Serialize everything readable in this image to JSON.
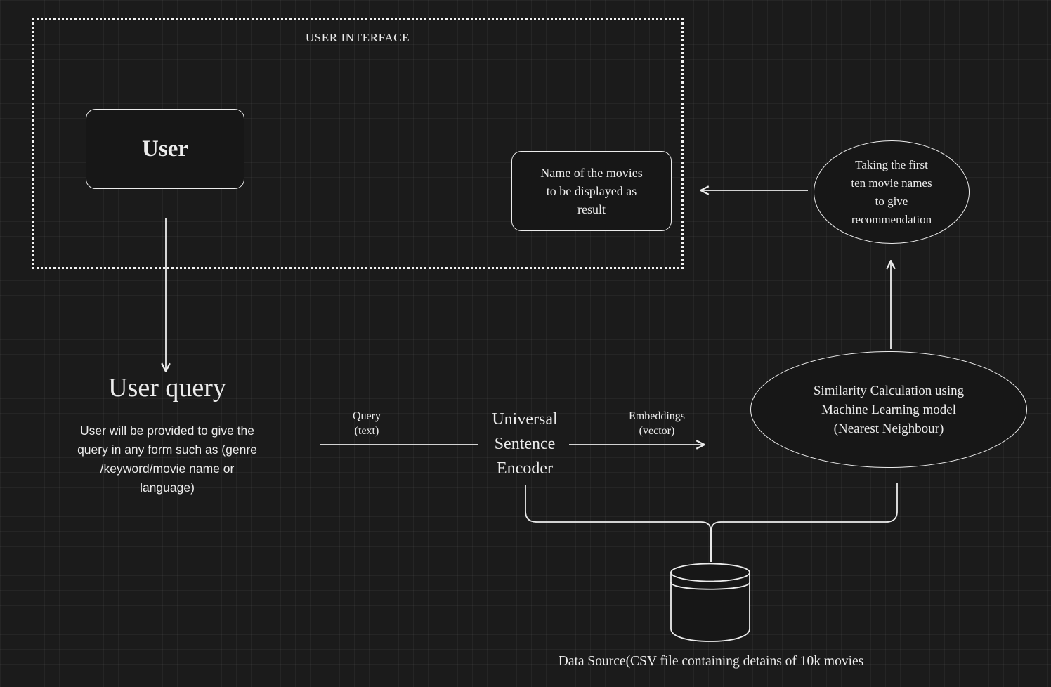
{
  "canvas": {
    "background": "#1b1b1b",
    "grid_color": "rgba(255,255,255,0.05)",
    "stroke_color": "#ececec"
  },
  "frame": {
    "label": "USER INTERFACE"
  },
  "nodes": {
    "user": {
      "label": "User"
    },
    "result": {
      "label": "Name of the movies\nto be displayed as\nresult"
    },
    "taking": {
      "label": "Taking the first\nten movie names\nto give\nrecommendation"
    },
    "similarity": {
      "label": "Similarity Calculation using\nMachine Learning model\n(Nearest Neighbour)"
    },
    "user_query": {
      "title": "User query",
      "description": "User will be provided to give the\nquery in any form such as (genre\n/keyword/movie name or\nlanguage)"
    },
    "encoder": {
      "label": "Universal\nSentence\nEncoder"
    },
    "datasource": {
      "label": "Data Source(CSV file containing detains of 10k movies"
    }
  },
  "edges": {
    "query_label": "Query\n(text)",
    "embeddings_label": "Embeddings\n(vector)"
  },
  "icons": {
    "database": "database-icon"
  }
}
